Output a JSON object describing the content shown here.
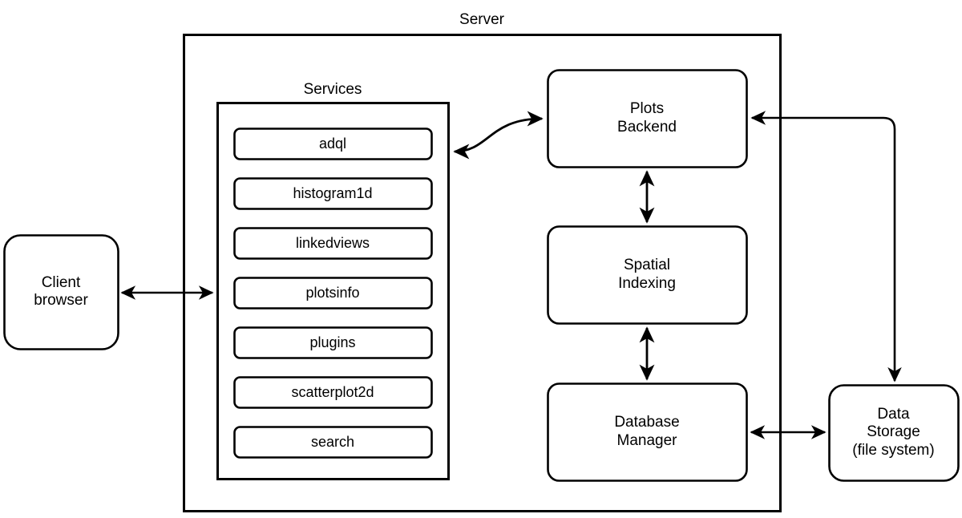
{
  "diagram": {
    "title_visible": false,
    "stroke_color": "#000000",
    "fill_color": "#ffffff",
    "groups": {
      "server": {
        "label": "Server"
      },
      "services": {
        "label": "Services"
      }
    },
    "nodes": {
      "client_browser": {
        "label": "Client\nbrowser"
      },
      "plots_backend": {
        "label": "Plots\nBackend"
      },
      "spatial_indexing": {
        "label": "Spatial\nIndexing"
      },
      "database_manager": {
        "label": "Database\nManager"
      },
      "data_storage": {
        "label": "Data\nStorage\n(file system)"
      }
    },
    "services": [
      {
        "label": "adql"
      },
      {
        "label": "histogram1d"
      },
      {
        "label": "linkedviews"
      },
      {
        "label": "plotsinfo"
      },
      {
        "label": "plugins"
      },
      {
        "label": "scatterplot2d"
      },
      {
        "label": "search"
      }
    ],
    "connectors": [
      {
        "name": "client-to-services",
        "from": "client_browser",
        "to": "services",
        "arrow": "both"
      },
      {
        "name": "services-to-plots-backend",
        "from": "services",
        "to": "plots_backend",
        "arrow": "both"
      },
      {
        "name": "plots-backend-to-spatial-indexing",
        "from": "plots_backend",
        "to": "spatial_indexing",
        "arrow": "both"
      },
      {
        "name": "spatial-indexing-to-database-manager",
        "from": "spatial_indexing",
        "to": "database_manager",
        "arrow": "both"
      },
      {
        "name": "database-manager-to-data-storage",
        "from": "database_manager",
        "to": "data_storage",
        "arrow": "both"
      },
      {
        "name": "plots-backend-to-data-storage",
        "from": "plots_backend",
        "to": "data_storage",
        "arrow": "both"
      }
    ]
  }
}
